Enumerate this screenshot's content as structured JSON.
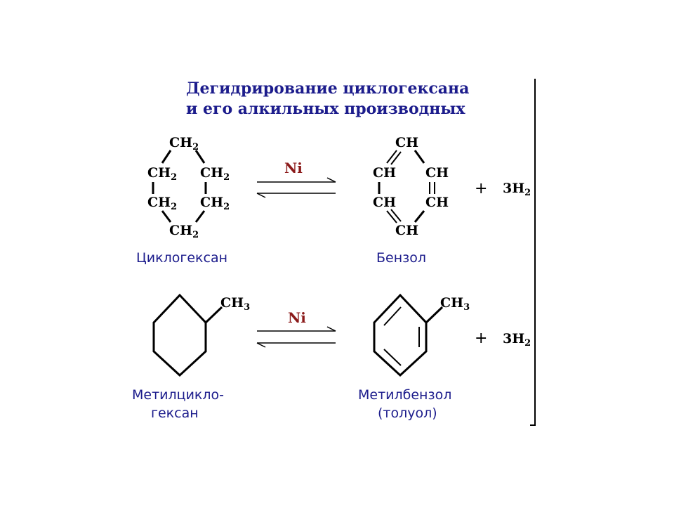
{
  "title": {
    "line1": "Дегидрирование циклогексана",
    "line2": "и его алкильных производных"
  },
  "reaction1": {
    "reactant": {
      "groups": [
        "CH",
        "CH",
        "CH",
        "CH",
        "CH",
        "CH"
      ],
      "subscript": "2",
      "name": "Циклогексан"
    },
    "catalyst": "Ni",
    "product": {
      "groups": [
        "CH",
        "CH",
        "CH",
        "CH",
        "CH",
        "CH"
      ],
      "name": "Бензол"
    },
    "plus": "+",
    "byproduct": {
      "coef": "3H",
      "subscript": "2"
    }
  },
  "reaction2": {
    "reactant": {
      "substituent": "CH",
      "subscript": "3",
      "name_line1": "Метилцикло-",
      "name_line2": "гексан"
    },
    "catalyst": "Ni",
    "product": {
      "substituent": "CH",
      "subscript": "3",
      "name_line1": "Метилбензол",
      "name_line2": "(толуол)"
    },
    "plus": "+",
    "byproduct": {
      "coef": "3H",
      "subscript": "2"
    }
  },
  "colors": {
    "title": "#1c1c8c",
    "catalyst": "#8b1a1a",
    "names": "#1c1c8c",
    "structure": "#000000"
  }
}
